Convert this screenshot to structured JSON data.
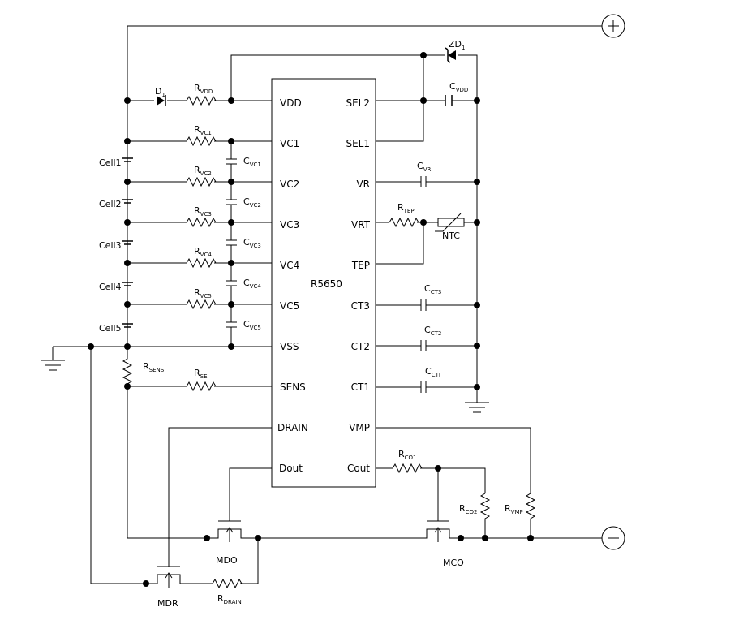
{
  "ic": {
    "name": "R5650",
    "left_pins": [
      "VDD",
      "VC1",
      "VC2",
      "VC3",
      "VC4",
      "VC5",
      "VSS",
      "SENS",
      "DRAIN",
      "Dout"
    ],
    "right_pins": [
      "SEL2",
      "SEL1",
      "VR",
      "VRT",
      "TEP",
      "CT3",
      "CT2",
      "CT1",
      "VMP",
      "Cout"
    ]
  },
  "terminals": {
    "positive": "+",
    "negative": "−"
  },
  "cells": [
    "Cell1",
    "Cell2",
    "Cell3",
    "Cell4",
    "Cell5"
  ],
  "parts": {
    "d1": {
      "main": "D",
      "sub": "1"
    },
    "zd1": {
      "main": "ZD",
      "sub": "1"
    },
    "rvdd": {
      "main": "R",
      "sub": "VDD"
    },
    "rvc1": {
      "main": "R",
      "sub": "VC1"
    },
    "rvc2": {
      "main": "R",
      "sub": "VC2"
    },
    "rvc3": {
      "main": "R",
      "sub": "VC3"
    },
    "rvc4": {
      "main": "R",
      "sub": "VC4"
    },
    "rvc5": {
      "main": "R",
      "sub": "VC5"
    },
    "cvc1": {
      "main": "C",
      "sub": "VC1"
    },
    "cvc2": {
      "main": "C",
      "sub": "VC2"
    },
    "cvc3": {
      "main": "C",
      "sub": "VC3"
    },
    "cvc4": {
      "main": "C",
      "sub": "VC4"
    },
    "cvc5": {
      "main": "C",
      "sub": "VC5"
    },
    "cvdd": {
      "main": "C",
      "sub": "VDD"
    },
    "cvr": {
      "main": "C",
      "sub": "VR"
    },
    "rtep": {
      "main": "R",
      "sub": "TEP"
    },
    "ntc": {
      "main": "NTC",
      "sub": ""
    },
    "cct3": {
      "main": "C",
      "sub": "CT3"
    },
    "cct2": {
      "main": "C",
      "sub": "CT2"
    },
    "cct1": {
      "main": "C",
      "sub": "CTI"
    },
    "rsens": {
      "main": "R",
      "sub": "SENS"
    },
    "rse": {
      "main": "R",
      "sub": "SE"
    },
    "rco1": {
      "main": "R",
      "sub": "CO1"
    },
    "rco2": {
      "main": "R",
      "sub": "CO2"
    },
    "rvmp": {
      "main": "R",
      "sub": "VMP"
    },
    "rdrain": {
      "main": "R",
      "sub": "DRAIN"
    },
    "mdo": {
      "main": "MDO",
      "sub": ""
    },
    "mco": {
      "main": "MCO",
      "sub": ""
    },
    "mdr": {
      "main": "MDR",
      "sub": ""
    }
  }
}
